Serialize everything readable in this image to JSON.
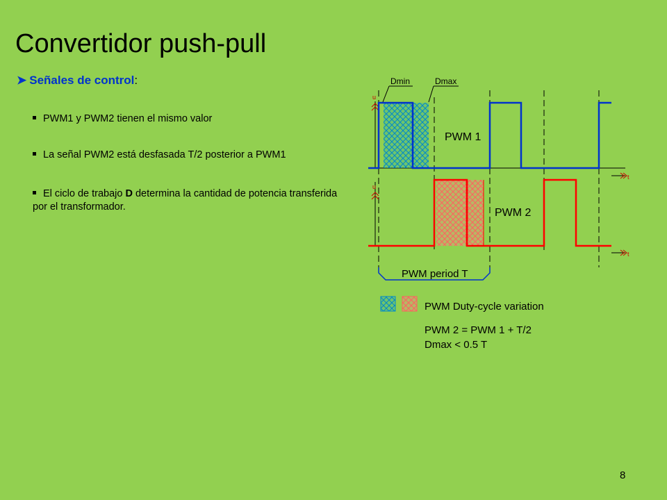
{
  "slide": {
    "title": "Convertidor push-pull",
    "heading": "Señales de control",
    "heading_colon": ":",
    "bullets": [
      {
        "text": "PWM1 y PWM2 tienen el mismo valor"
      },
      {
        "text": "La señal PWM2 está desfasada T/2 posterior a PWM1"
      },
      {
        "pre": "El ciclo de trabajo ",
        "bold": "D",
        "post": " determina la cantidad de potencia transferida por el transformador."
      }
    ],
    "page_number": "8"
  },
  "diagram": {
    "dmin_label": "Dmin",
    "dmax_label": "Dmax",
    "axis_v_label": "u",
    "axis_t_label": "t",
    "pwm1_label": "PWM 1",
    "pwm2_label": "PWM 2",
    "period_label": "PWM period T",
    "legend_label": "PWM Duty-cycle variation",
    "eq1": "PWM 2 = PWM 1 + T/2",
    "eq2": "Dmax < 0.5 T",
    "colors": {
      "pwm1": "#0033cc",
      "pwm2": "#ff0000",
      "hatch1": "#00a0c0",
      "hatch2": "#ff6a6a"
    }
  }
}
